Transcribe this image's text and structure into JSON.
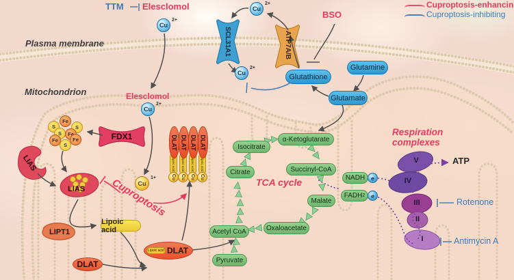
{
  "palette": {
    "enhancing_red": "#e0425c",
    "inhibiting_blue": "#3e7cb8",
    "membrane_bead": "#ddc9ad",
    "pill_blue": "#35a3d8",
    "pill_green": "#7fc27d",
    "dlat_orange": "#ee5b3e",
    "lipoic_yellow": "#f1d53d",
    "complex_purple": "#7b50a8"
  },
  "legend": {
    "enhancing": "Cuproptosis-enhancing",
    "inhibiting": "Cuproptosis-inhibiting"
  },
  "compartments": {
    "plasma_membrane": "Plasma membrane",
    "mitochondrion": "Mitochondrion"
  },
  "extracellular": {
    "ttm": "TTM",
    "elesclomol": "Elesclomol",
    "bso": "BSO"
  },
  "ions": {
    "cu": "Cu",
    "charge2": "2+",
    "charge1": "1+",
    "electron": "e"
  },
  "transporters": {
    "importer": "SCL31A1",
    "exporter": "ATP7A/B"
  },
  "metabolites": {
    "glutathione": "Glutathione",
    "glutamine": "Glutamine",
    "glutamate": "Glutamate"
  },
  "mito": {
    "elesclomol": "Elesclomol",
    "fdx1": "FDX1",
    "lias": "LIAS",
    "lipt1": "LIPT1",
    "lipoic_acid": "Lipoic acid",
    "dlat": "DLAT",
    "cuproptosis": "Cuproptosis"
  },
  "fes_cluster": [
    "Fe",
    "S",
    "S",
    "S",
    "Fe",
    "Fe",
    "Fe",
    "S"
  ],
  "dlat_stack": {
    "dlat": "DLAT",
    "lipoic_acid": "Lipoic acid",
    "cu": "Cu"
  },
  "tca": {
    "title": "TCA cycle",
    "isocitrate": "Isocitrate",
    "citrate": "Citrate",
    "alpha_ketoglutarate": "α-Ketoglutarate",
    "succinyl_coa": "Succinyl-CoA",
    "malate": "Malate",
    "oxaloacetate": "Oxaloacetate",
    "acetyl_coa": "Acetyl CoA",
    "pyruvate": "Pyruvate"
  },
  "respiration": {
    "title": "Respiration complexes",
    "complexes": [
      "V",
      "IV",
      "III",
      "II",
      "I"
    ],
    "atp": "ATP",
    "nadh": "NADH",
    "fadh": "FADH",
    "fadh_sub": "2",
    "rotenone": "Rotenone",
    "antimycin_a": "Antimycin A"
  }
}
